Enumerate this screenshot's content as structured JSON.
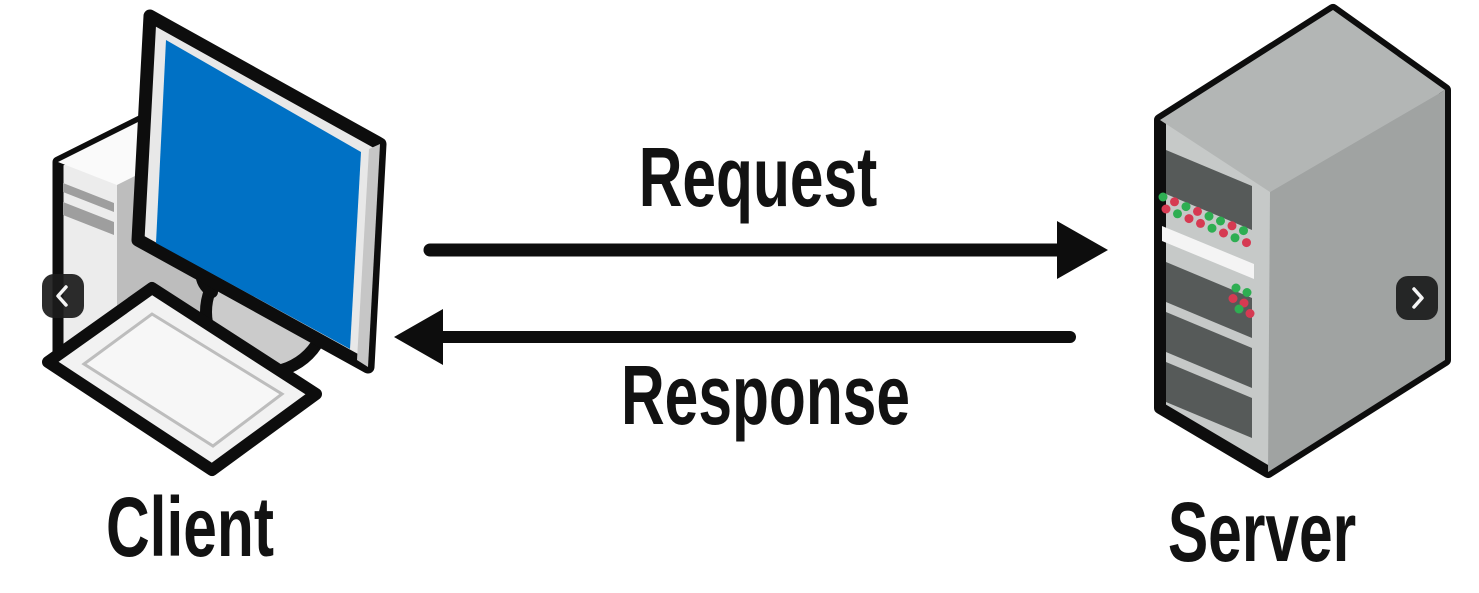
{
  "diagram": {
    "title_implicit": "Client - Server request/response diagram",
    "client": {
      "label": "Client"
    },
    "server": {
      "label": "Server"
    },
    "request": {
      "label": "Request",
      "direction": "client-to-server"
    },
    "response": {
      "label": "Response",
      "direction": "server-to-client"
    }
  },
  "carousel": {
    "prev": {
      "icon": "chevron-left"
    },
    "next": {
      "icon": "chevron-right"
    }
  },
  "colors": {
    "bg": "#ffffff",
    "label_color": "#121212",
    "outline": "#0d0d0d",
    "screen_blue": "#0071c5",
    "bezel": "#e8e8e8",
    "bezel_shade": "#c6c6c6",
    "tower_front": "#ececec",
    "tower_top": "#fafafa",
    "tower_side": "#bdbdbd",
    "tower_stripe": "#9e9e9e",
    "stand_gray": "#cbcbcb",
    "keyboard_fill": "#f2f2f2",
    "keyboard_inner": "#f7f7f7",
    "keyboard_inner_line": "#bdbdbd",
    "server_front": "#c6c9c8",
    "server_top": "#b3b6b5",
    "server_side": "#a0a3a2",
    "server_slot": "#565a59",
    "server_stripe": "#f4f4f4",
    "led_green": "#2eae52",
    "led_red": "#d63a52",
    "arrow_black": "#0d0d0d",
    "nav_btn_bg": "rgba(28,28,28,0.93)",
    "nav_chevron": "#f5f5f5"
  }
}
